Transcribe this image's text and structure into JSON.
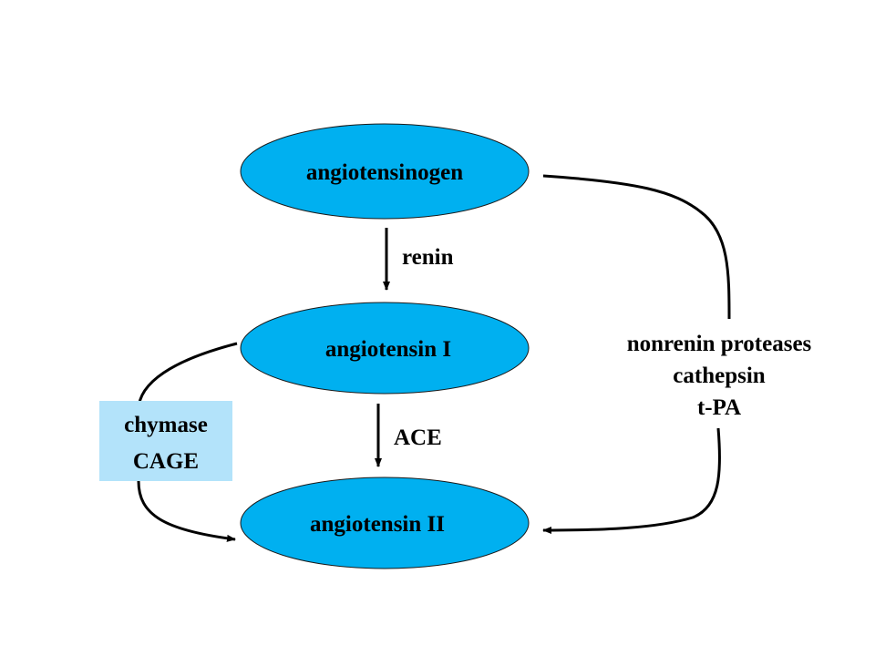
{
  "colors": {
    "node_fill": "#00B0F0",
    "box_fill": "#B3E3FA",
    "stroke": "#000000",
    "text": "#000000"
  },
  "nodes": {
    "angiotensinogen": "angiotensinogen",
    "angiotensin_1": "angiotensin I",
    "angiotensin_2": "angiotensin II"
  },
  "enzymes": {
    "renin": "renin",
    "ace": "ACE",
    "chymase": "chymase",
    "cage": "CAGE",
    "nonrenin_proteases": "nonrenin proteases",
    "cathepsin": "cathepsin",
    "tpa": "t-PA"
  }
}
